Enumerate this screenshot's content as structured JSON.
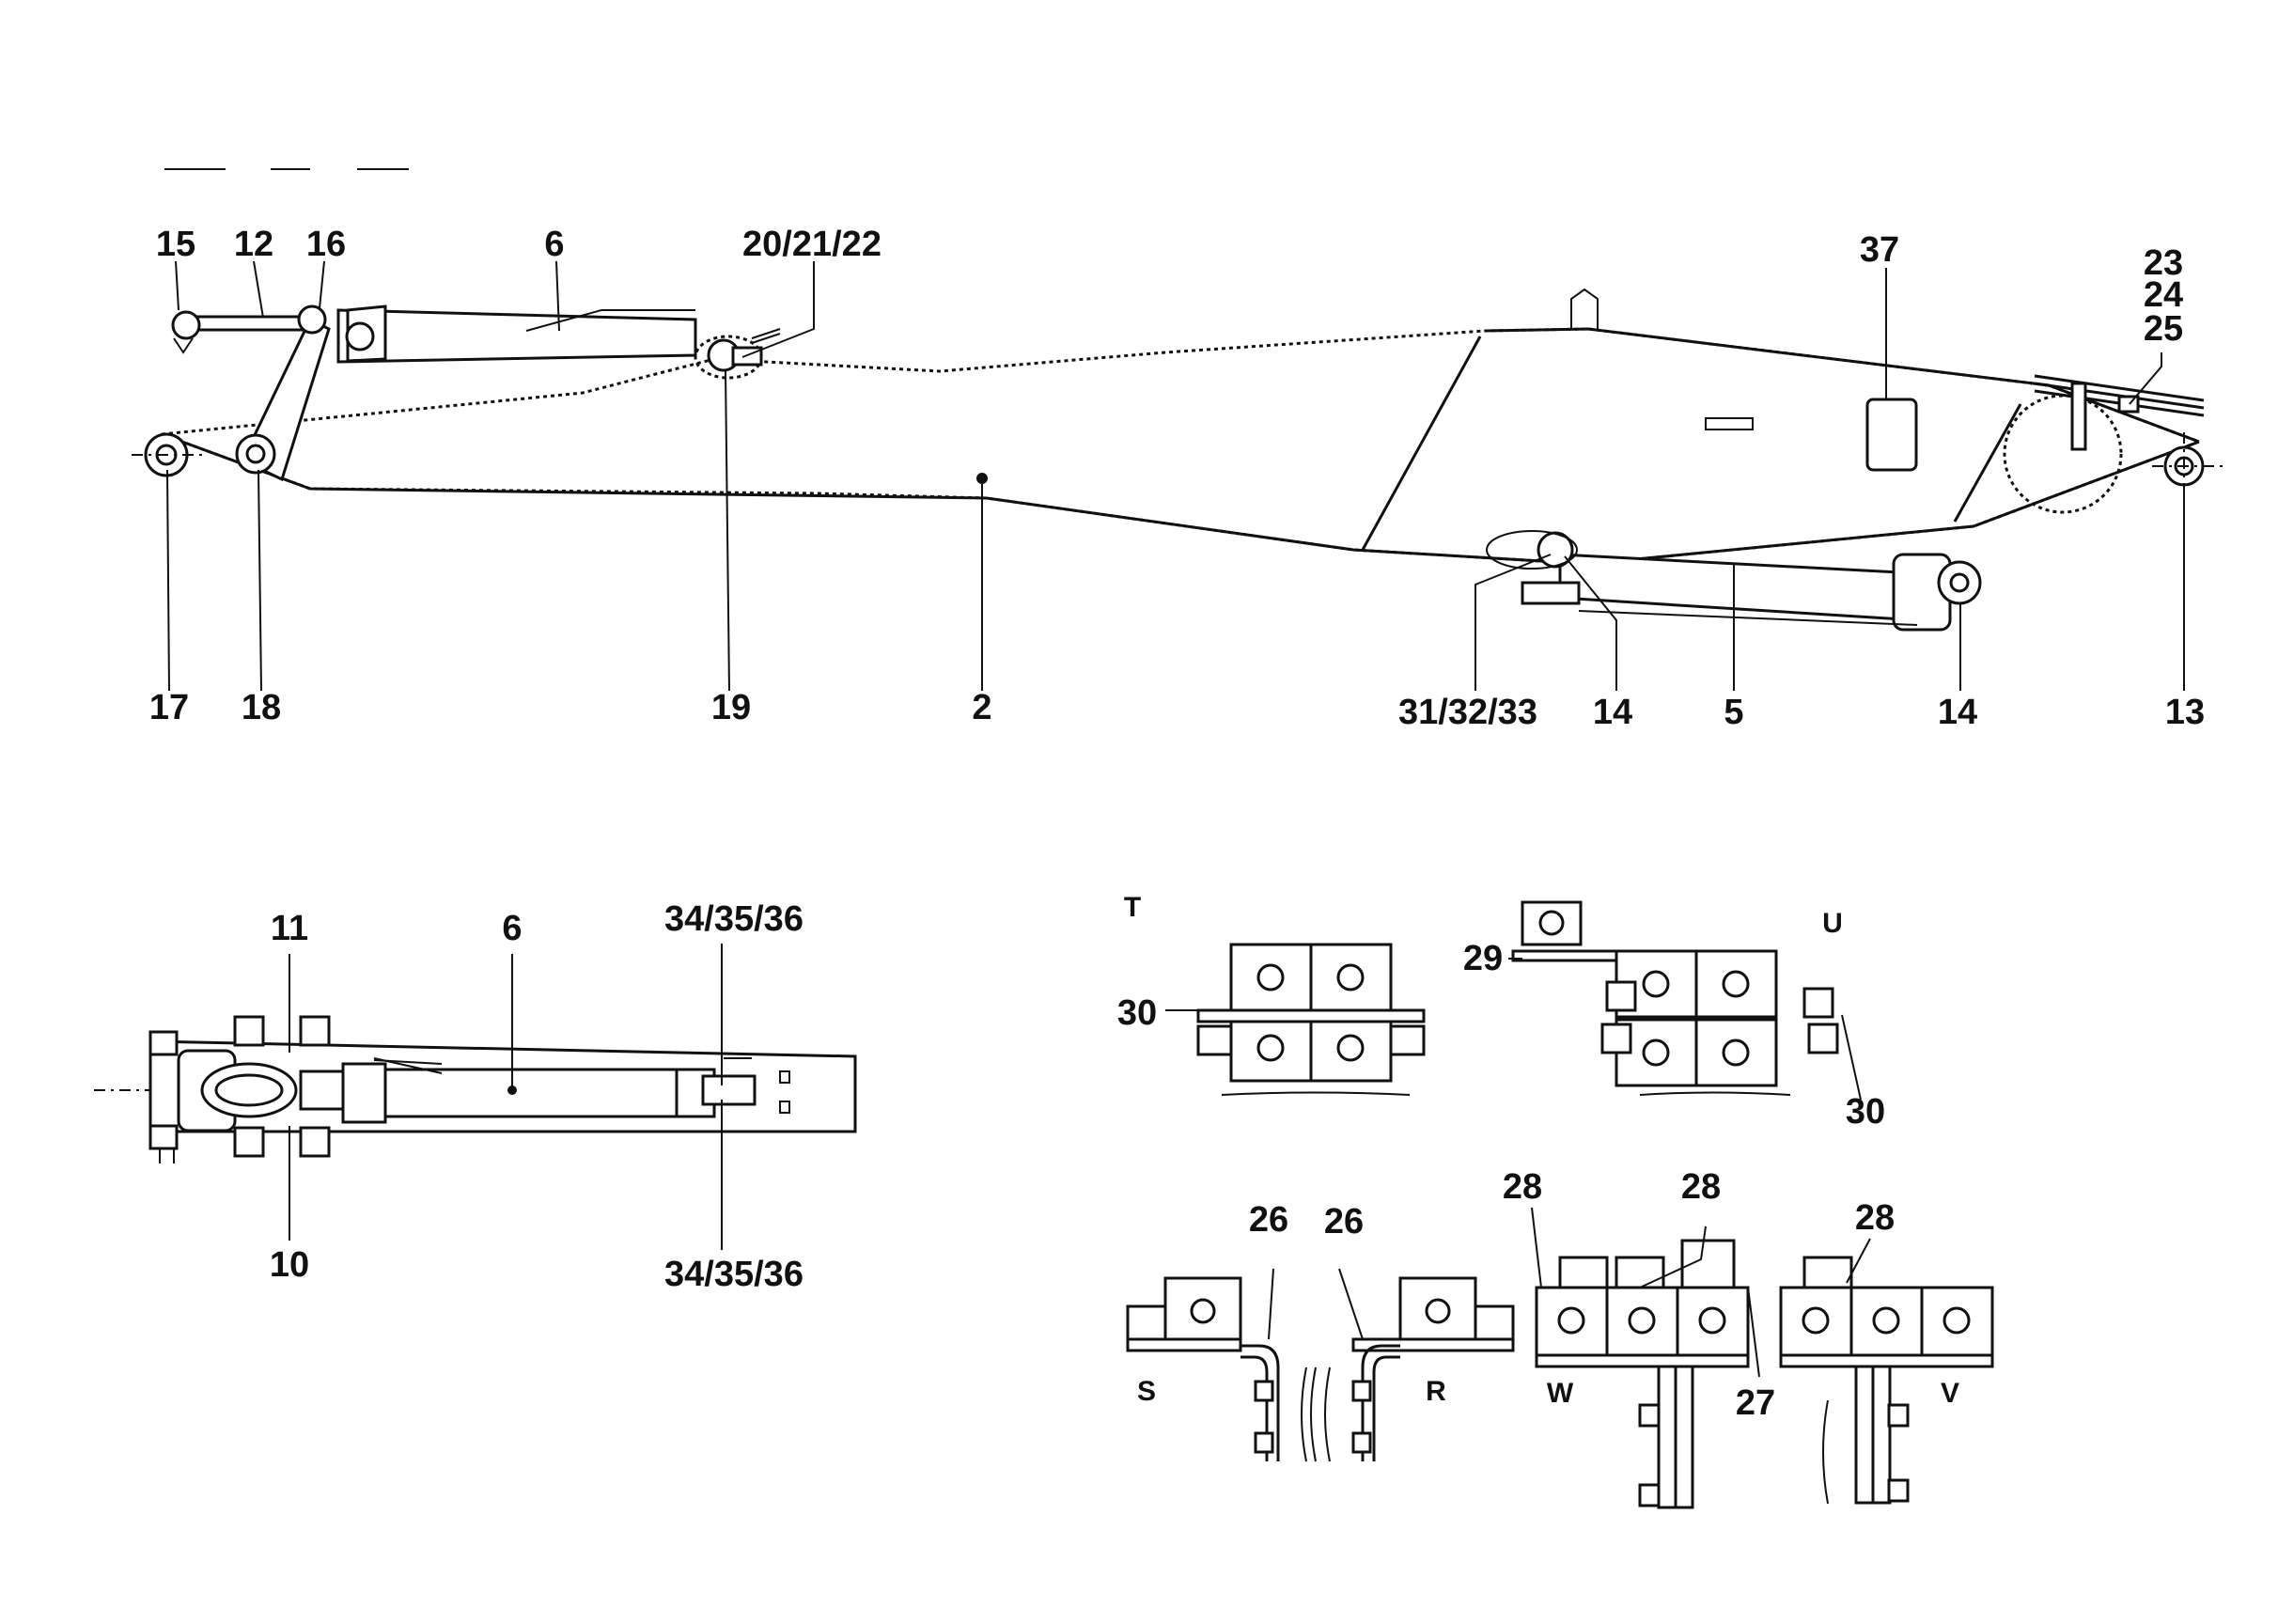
{
  "diagram": {
    "callouts_top": [
      "15",
      "12",
      "16",
      "6",
      "20/21/22",
      "37",
      "23",
      "24",
      "25",
      "17",
      "18",
      "19",
      "2",
      "31/32/33",
      "14",
      "5",
      "14",
      "13"
    ],
    "callouts_plan": [
      "11",
      "6",
      "34/35/36",
      "10",
      "34/35/36"
    ],
    "callouts_clamps": [
      "30",
      "29",
      "30",
      "26",
      "26",
      "28",
      "28",
      "28",
      "27"
    ],
    "view_letters": [
      "T",
      "U",
      "S",
      "R",
      "W",
      "V"
    ]
  },
  "colors": {
    "ink": "#111111",
    "paper": "#ffffff"
  }
}
